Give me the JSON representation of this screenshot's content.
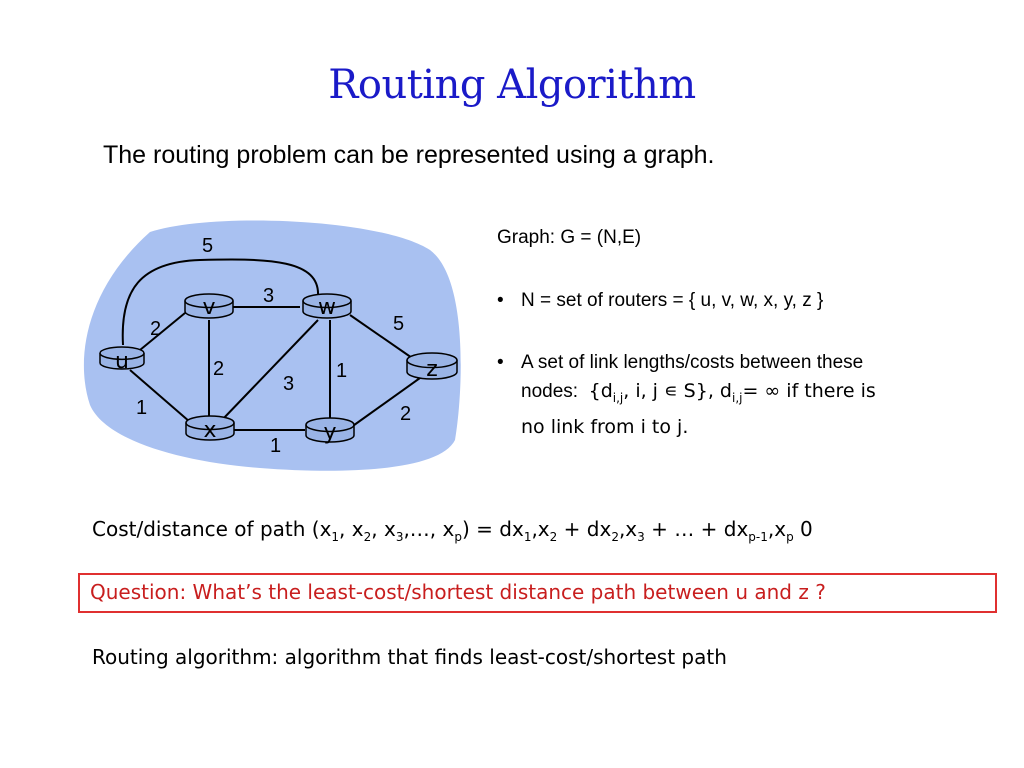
{
  "title": "Routing Algorithm",
  "subtitle": "The routing problem can be represented using a graph.",
  "graph": {
    "nodes": [
      "u",
      "v",
      "w",
      "x",
      "y",
      "z"
    ],
    "edges": [
      {
        "from": "u",
        "to": "v",
        "cost": "2"
      },
      {
        "from": "u",
        "to": "w",
        "cost": "5"
      },
      {
        "from": "u",
        "to": "x",
        "cost": "1"
      },
      {
        "from": "v",
        "to": "w",
        "cost": "3"
      },
      {
        "from": "v",
        "to": "x",
        "cost": "2"
      },
      {
        "from": "w",
        "to": "x",
        "cost": "3"
      },
      {
        "from": "w",
        "to": "y",
        "cost": "1"
      },
      {
        "from": "w",
        "to": "z",
        "cost": "5"
      },
      {
        "from": "x",
        "to": "y",
        "cost": "1"
      },
      {
        "from": "y",
        "to": "z",
        "cost": "2"
      }
    ],
    "colors": {
      "cloud": "#a9c1f1",
      "router": "#9ab4e6"
    }
  },
  "info": {
    "graph_def": "Graph: G = (N,E)",
    "bullet": "•",
    "n_def": "N = set of routers = { u, v, w, x, y, z }",
    "link_def_line1": "A set of link lengths/costs between these",
    "link_def_line2_prefix": "nodes:",
    "link_def_set": "{d",
    "link_def_sub1": "i,j",
    "link_def_mid": ", i, j ∊ S}, d",
    "link_def_sub2": "i,j",
    "link_def_tail": "= ∞ if there is",
    "link_def_line3": "no link from i to j."
  },
  "cost": {
    "prefix": "Cost/distance of path (x",
    "s1": "1",
    "p2": ", x",
    "s2": "2",
    "p3": ", x",
    "s3": "3",
    "p4": ",…, x",
    "s4": "p",
    "p5": ") = dx",
    "s5": "1",
    "p6": ",x",
    "s6": "2",
    "p7": " + dx",
    "s7": "2",
    "p8": ",x",
    "s8": "3",
    "p9": " + … + dx",
    "s9": "p-1",
    "p10": ",x",
    "s10": "p",
    "p11": "  0"
  },
  "question": "Question: What’s the least-cost/shortest distance path between u and z ?",
  "algorithm": "Routing algorithm: algorithm that finds least-cost/shortest  path",
  "accent": "#e03030",
  "title_color": "#1a1ac8"
}
